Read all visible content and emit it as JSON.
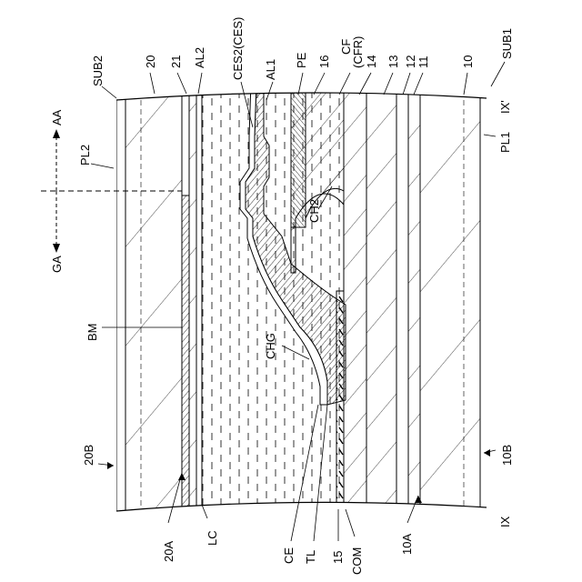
{
  "labels": {
    "sub2": "SUB2",
    "l20": "20",
    "l21": "21",
    "al2": "AL2",
    "ces2": "CES2(CES)",
    "al1": "AL1",
    "pe": "PE",
    "l16": "16",
    "cf": "CF",
    "cfr": "(CFR)",
    "l14": "14",
    "l13": "13",
    "l12": "12",
    "l11": "11",
    "l10": "10",
    "sub1": "SUB1",
    "ixp": "IX'",
    "aa": "AA",
    "pl2": "PL2",
    "pl1": "PL1",
    "ch2": "CH2",
    "ga": "GA",
    "bm": "BM",
    "chg": "CHG",
    "b20": "20B",
    "b10": "10B",
    "ix": "IX",
    "a20": "20A",
    "lc": "LC",
    "ce": "CE",
    "tl": "TL",
    "l15": "15",
    "com": "COM",
    "a10": "10A"
  }
}
